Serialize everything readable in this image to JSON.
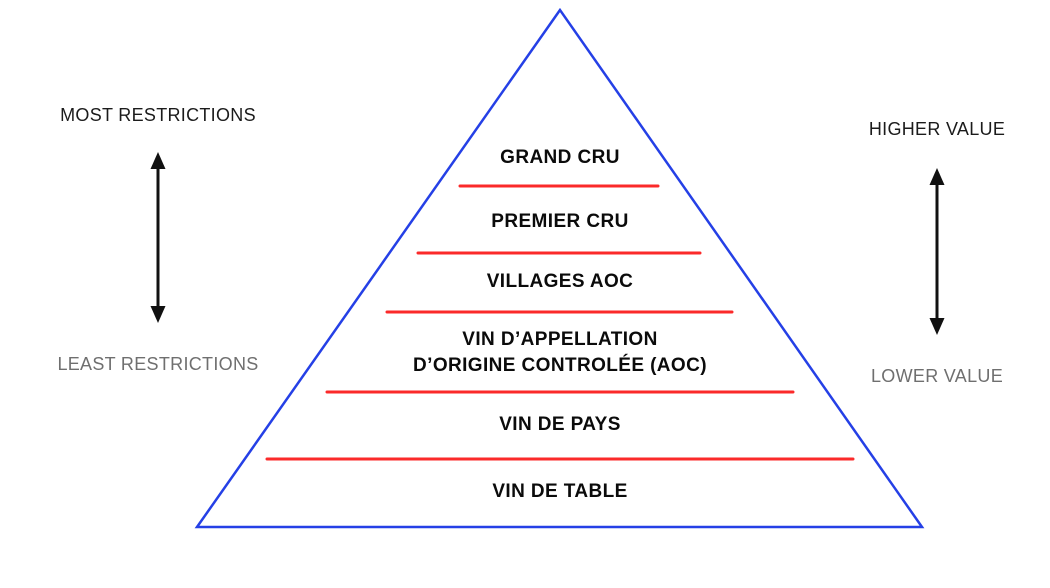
{
  "diagram": {
    "type": "pyramid-hierarchy",
    "subject": "French wine classification pyramid",
    "pyramid": {
      "tiers": [
        {
          "label": "GRAND CRU"
        },
        {
          "label": "PREMIER CRU"
        },
        {
          "label": "VILLAGES AOC"
        },
        {
          "label": "VIN D’APPELLATION",
          "label2": "D’ORIGINE CONTROLÉE (AOC)"
        },
        {
          "label": "VIN DE PAYS"
        },
        {
          "label": "VIN DE TABLE"
        }
      ]
    },
    "annotations": {
      "left_top": "MOST RESTRICTIONS",
      "left_bottom": "LEAST RESTRICTIONS",
      "right_top": "HIGHER VALUE",
      "right_bottom": "LOWER VALUE"
    },
    "colors": {
      "background": "#ffffff",
      "pyramid_outline": "#2540e6",
      "tier_divider": "#fb2a2a",
      "arrow": "#111111",
      "tier_text": "#0b0b0b",
      "annotation_dark": "#1b1b1b",
      "annotation_gray": "#6f6f6f"
    }
  }
}
